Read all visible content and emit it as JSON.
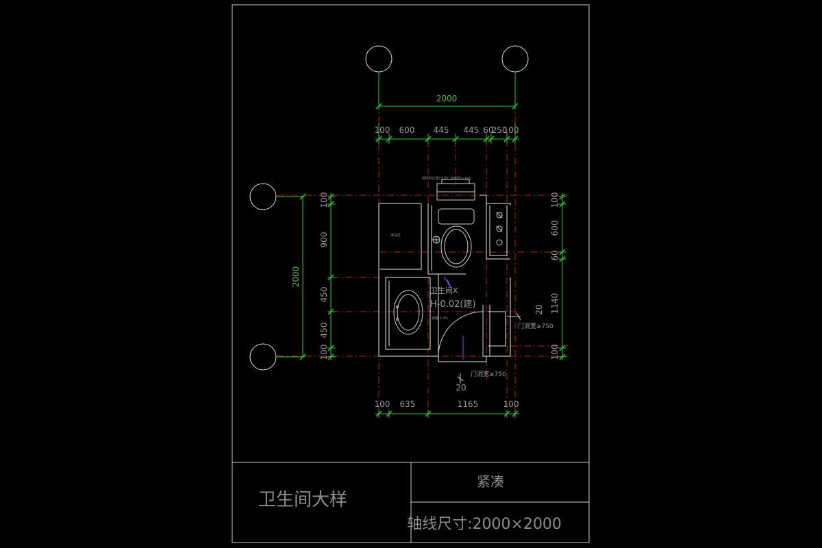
{
  "drawing": {
    "top_overall_dim": "2000",
    "top_sub_dims": [
      "100",
      "600",
      "445",
      "445",
      "60",
      "250",
      "100"
    ],
    "left_overall_dim": "2000",
    "left_sub_dims": [
      "100",
      "900",
      "450",
      "450",
      "100"
    ],
    "right_sub_dims": [
      "100",
      "600",
      "60",
      "1140",
      "100"
    ],
    "bottom_sub_dims": [
      "100",
      "635",
      "1165",
      "100"
    ],
    "door_gap_dim": "20",
    "right_gap_dim": "20",
    "room_name": "卫生间X",
    "room_elevation": "H-0.02(建)",
    "small_note_top": "排风机位置(详见厂家图纸)≥600",
    "small_note_shower": "淋浴区",
    "small_note_floor": "坡度 2.4%",
    "door_note_right": "门洞宽≥750",
    "door_note_bottom": "门洞宽≥750"
  },
  "title_block": {
    "title": "卫生间大样",
    "type": "紧凑",
    "axis_size": "轴线尺寸:2000×2000"
  },
  "colors": {
    "frame": "#cfcfcf",
    "wall": "#e8e8e8",
    "axis": "#b02020",
    "dim_green": "#39c239",
    "fixture": "#d0d0d0",
    "accent": "#a040ff"
  }
}
